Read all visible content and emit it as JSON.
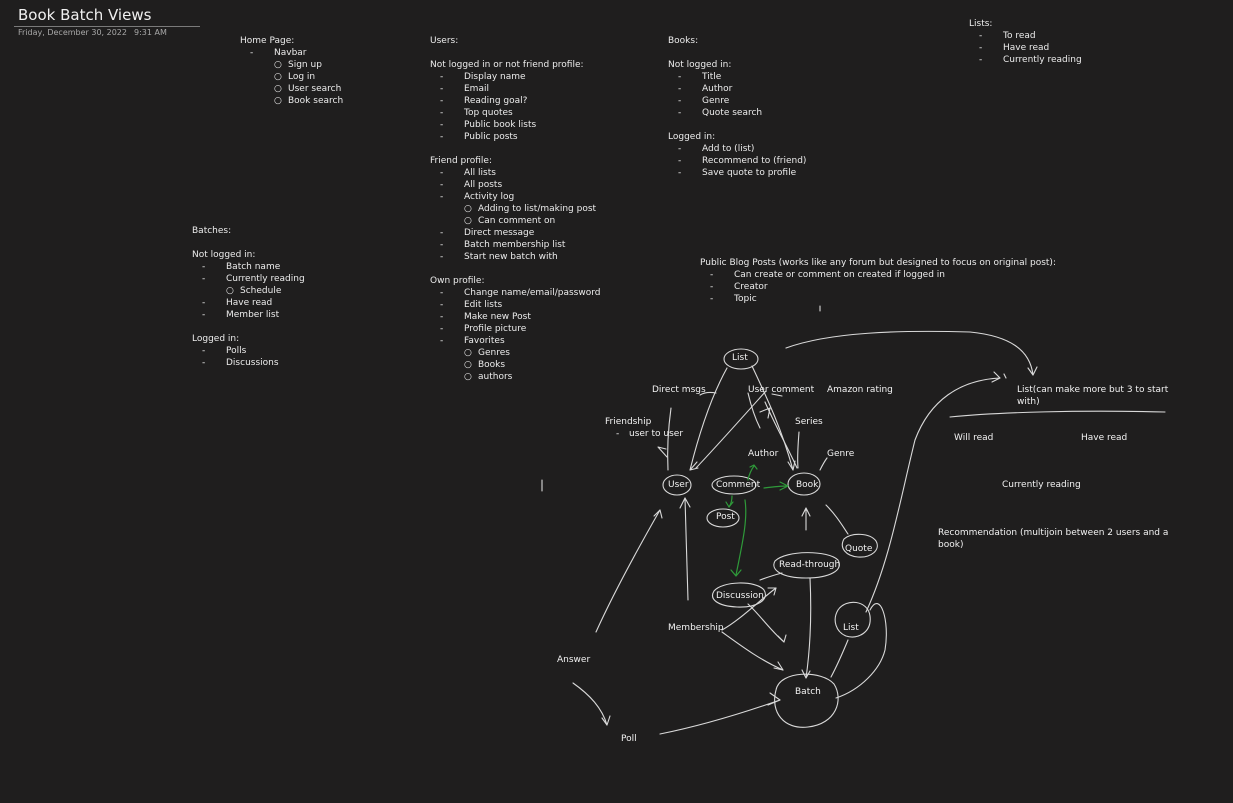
{
  "page": {
    "title": "Book Batch Views",
    "date": "Friday, December 30, 2022",
    "time": "9:31 AM"
  },
  "home": [
    {
      "text": "Home Page:",
      "bullet": ""
    },
    {
      "text": "Navbar",
      "bullet": "-"
    },
    {
      "text": "Sign up",
      "bullet": "o"
    },
    {
      "text": "Log in",
      "bullet": "o"
    },
    {
      "text": "User search",
      "bullet": "o"
    },
    {
      "text": "Book search",
      "bullet": "o"
    }
  ],
  "users": [
    {
      "text": "Users:",
      "bullet": ""
    },
    {
      "text": "",
      "bullet": ""
    },
    {
      "text": "Not logged in or not friend profile:",
      "bullet": ""
    },
    {
      "text": "Display name",
      "bullet": "-"
    },
    {
      "text": "Email",
      "bullet": "-"
    },
    {
      "text": "Reading goal?",
      "bullet": "-"
    },
    {
      "text": "Top quotes",
      "bullet": "-"
    },
    {
      "text": "Public book lists",
      "bullet": "-"
    },
    {
      "text": "Public posts",
      "bullet": "-"
    },
    {
      "text": "",
      "bullet": ""
    },
    {
      "text": "Friend profile:",
      "bullet": ""
    },
    {
      "text": "All lists",
      "bullet": "-"
    },
    {
      "text": "All posts",
      "bullet": "-"
    },
    {
      "text": "Activity log",
      "bullet": "-"
    },
    {
      "text": "Adding to list/making post",
      "bullet": "o"
    },
    {
      "text": "Can comment on",
      "bullet": "o"
    },
    {
      "text": "Direct message",
      "bullet": "-"
    },
    {
      "text": "Batch membership list",
      "bullet": "-"
    },
    {
      "text": "Start new batch with",
      "bullet": "-"
    },
    {
      "text": "",
      "bullet": ""
    },
    {
      "text": "Own profile:",
      "bullet": ""
    },
    {
      "text": "Change name/email/password",
      "bullet": "-"
    },
    {
      "text": "Edit lists",
      "bullet": "-"
    },
    {
      "text": "Make new Post",
      "bullet": "-"
    },
    {
      "text": "Profile picture",
      "bullet": "-"
    },
    {
      "text": "Favorites",
      "bullet": "-"
    },
    {
      "text": "Genres",
      "bullet": "o"
    },
    {
      "text": "Books",
      "bullet": "o"
    },
    {
      "text": "authors",
      "bullet": "o"
    }
  ],
  "books": [
    {
      "text": "Books:",
      "bullet": ""
    },
    {
      "text": "",
      "bullet": ""
    },
    {
      "text": "Not logged in:",
      "bullet": ""
    },
    {
      "text": "Title",
      "bullet": "-"
    },
    {
      "text": "Author",
      "bullet": "-"
    },
    {
      "text": "Genre",
      "bullet": "-"
    },
    {
      "text": "Quote search",
      "bullet": "-"
    },
    {
      "text": "",
      "bullet": ""
    },
    {
      "text": "Logged in:",
      "bullet": ""
    },
    {
      "text": "Add to (list)",
      "bullet": "-"
    },
    {
      "text": "Recommend to (friend)",
      "bullet": "-"
    },
    {
      "text": "Save quote to profile",
      "bullet": "-"
    }
  ],
  "lists": [
    {
      "text": "Lists:",
      "bullet": ""
    },
    {
      "text": "To read",
      "bullet": "-"
    },
    {
      "text": "Have read",
      "bullet": "-"
    },
    {
      "text": "Currently reading",
      "bullet": "-"
    }
  ],
  "batches": [
    {
      "text": "Batches:",
      "bullet": ""
    },
    {
      "text": "",
      "bullet": ""
    },
    {
      "text": "Not logged in:",
      "bullet": ""
    },
    {
      "text": "Batch name",
      "bullet": "-"
    },
    {
      "text": "Currently reading",
      "bullet": "-"
    },
    {
      "text": "Schedule",
      "bullet": "o"
    },
    {
      "text": "Have read",
      "bullet": "-"
    },
    {
      "text": "Member list",
      "bullet": "-"
    },
    {
      "text": "",
      "bullet": ""
    },
    {
      "text": "Logged in:",
      "bullet": ""
    },
    {
      "text": "Polls",
      "bullet": "-"
    },
    {
      "text": "Discussions",
      "bullet": "-"
    }
  ],
  "blog": [
    {
      "text": "Public Blog Posts (works like any forum but designed to focus on original post):",
      "bullet": ""
    },
    {
      "text": "Can create or comment on created if logged in",
      "bullet": "-"
    },
    {
      "text": "Creator",
      "bullet": "-"
    },
    {
      "text": "Topic",
      "bullet": "-"
    }
  ],
  "diagram": {
    "list_top": "List",
    "direct_msgs": "Direct msgs",
    "user_comment": "User comment",
    "amazon_rating": "Amazon rating",
    "friendship": "Friendship",
    "friendship_sub": "user to user",
    "series": "Series",
    "author": "Author",
    "genre": "Genre",
    "user": "User",
    "comment": "Comment",
    "book": "Book",
    "post": "Post",
    "quote": "Quote",
    "read_through": "Read-through",
    "discussion": "Discussion",
    "membership": "Membership",
    "list_mid": "List",
    "answer": "Answer",
    "batch": "Batch",
    "poll": "Poll",
    "list_note_1": "List(can make more but 3 to start",
    "list_note_2": "with)",
    "will_read": "Will read",
    "have_read": "Have read",
    "currently_reading": "Currently reading",
    "recommendation_1": "Recommendation (multijoin between 2 users and a",
    "recommendation_2": "book)"
  },
  "colors": {
    "background": "#1f1e1e",
    "text": "#ececec",
    "ink": "#d9d9d9",
    "green_ink": "#2f9a3a"
  }
}
